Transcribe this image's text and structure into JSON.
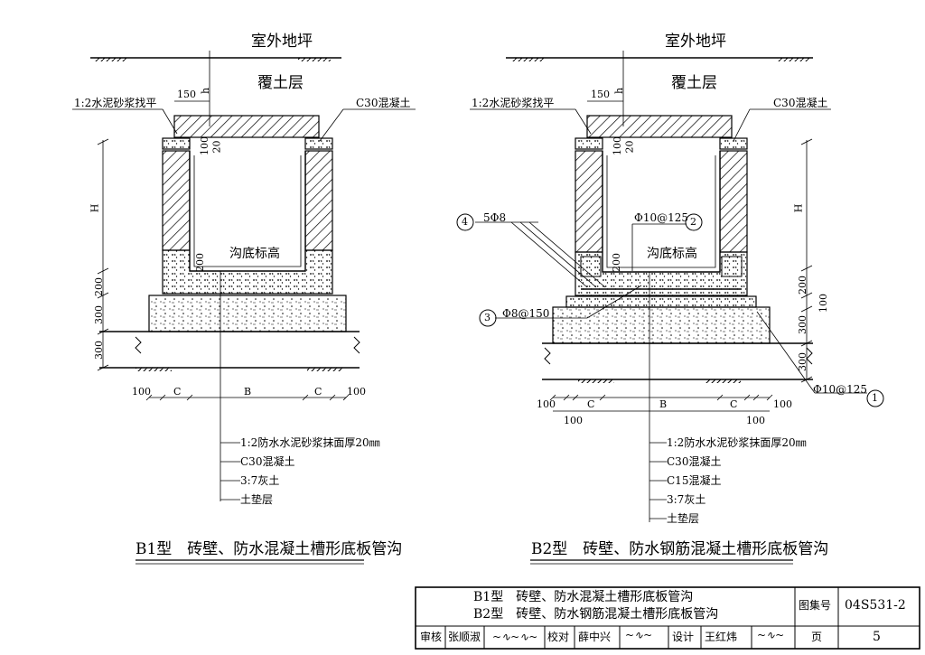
{
  "left": {
    "ground": "室外地坪",
    "cover": "覆土层",
    "mortar_level": "1:2水泥砂浆找平",
    "concrete": "C30混凝土",
    "dim_150": "150",
    "dim_h": "h",
    "dim_100": "100",
    "dim_20": "20",
    "dim_H": "H",
    "trench_bottom": "沟底标高",
    "dim_200_inner": "200",
    "dim_200": "200",
    "dim_300a": "300",
    "dim_300b": "300",
    "dims_bottom": [
      "100",
      "C",
      "B",
      "C",
      "100"
    ],
    "layers": [
      "1:2防水水泥砂浆抹面厚20㎜",
      "C30混凝土",
      "3:7灰土",
      "土垫层"
    ],
    "caption": "B1型　砖壁、防水混凝土槽形底板管沟"
  },
  "right": {
    "ground": "室外地坪",
    "cover": "覆土层",
    "mortar_level": "1:2水泥砂浆找平",
    "concrete": "C30混凝土",
    "dim_150": "150",
    "dim_h": "h",
    "dim_100": "100",
    "dim_20": "20",
    "dim_H": "H",
    "trench_bottom": "沟底标高",
    "dim_200_inner": "200",
    "dim_200": "200",
    "dim_100_right": "100",
    "dim_300a": "300",
    "dim_300b": "300",
    "rebar_4": "5Φ8",
    "rebar_4_num": "4",
    "rebar_2": "Φ10@125",
    "rebar_2_num": "2",
    "rebar_3": "Φ8@150",
    "rebar_3_num": "3",
    "rebar_1": "Φ10@125",
    "rebar_1_num": "1",
    "dims_bottom": [
      "100",
      "C",
      "B",
      "C",
      "100"
    ],
    "dims_bottom2": [
      "100",
      "100"
    ],
    "layers": [
      "1:2防水水泥砂浆抹面厚20㎜",
      "C30混凝土",
      "C15混凝土",
      "3:7灰土",
      "土垫层"
    ],
    "caption": "B2型　砖壁、防水钢筋混凝土槽形底板管沟"
  },
  "title_block": {
    "title_line1": "B1型　砖壁、防水混凝土槽形底板管沟",
    "title_line2": "B2型　砖壁、防水钢筋混凝土槽形底板管沟",
    "atlas_label": "图集号",
    "atlas_no": "04S531-2",
    "review_label": "审核",
    "reviewer": "张顺淑",
    "check_label": "校对",
    "checker": "薛中兴",
    "design_label": "设计",
    "designer": "王红炜",
    "page_label": "页",
    "page_no": "5"
  }
}
